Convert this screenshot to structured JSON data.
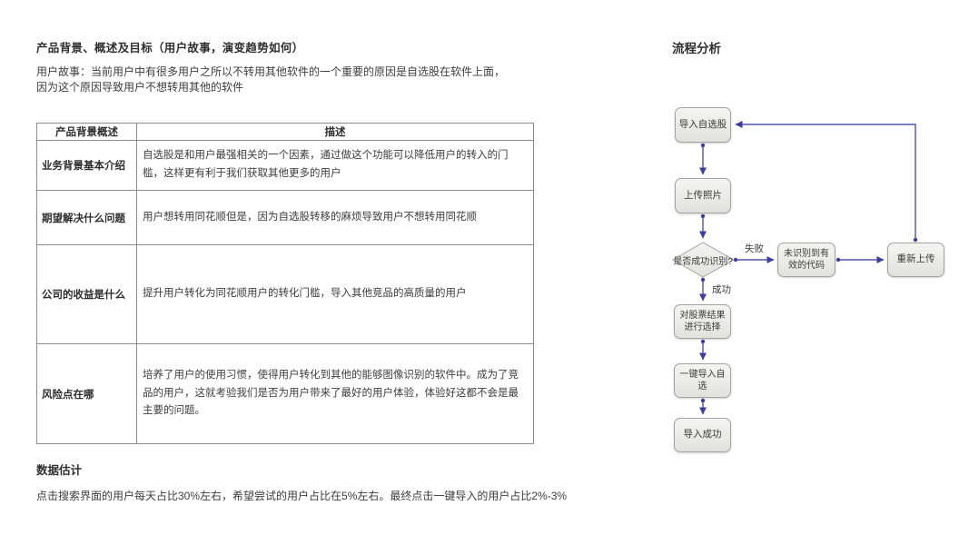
{
  "document": {
    "title": "产品背景、概述及目标（用户故事，演变趋势如何）",
    "user_story": {
      "line1": "用户故事：当前用户中有很多用户之所以不转用其他软件的一个重要的原因是自选股在软件上面，",
      "line2": "因为这个原因导致用户不想转用其他的软件"
    },
    "table": {
      "headers": [
        "产品背景概述",
        "描述"
      ],
      "rows": [
        {
          "label": "业务背景基本介绍",
          "description": "自选股是和用户最强相关的一个因素，通过做这个功能可以降低用户的转入的门槛，这样更有利于我们获取其他更多的用户"
        },
        {
          "label": "期望解决什么问题",
          "description": "用户想转用同花顺但是，因为自选股转移的麻烦导致用户不想转用同花顺"
        },
        {
          "label": "公司的收益是什么",
          "description": "提升用户转化为同花顺用户的转化门槛，导入其他竞品的高质量的用户"
        },
        {
          "label": "风险点在哪",
          "description": "培养了用户的使用习惯，使得用户转化到其他的能够图像识别的软件中。成为了竞品的用户，这就考验我们是否为用户带来了最好的用户体验，体验好这都不会是最主要的问题。"
        }
      ]
    },
    "data_estimate": {
      "heading": "数据估计",
      "text": "点击搜索界面的用户每天占比30%左右，希望尝试的用户占比在5%左右。最终点击一键导入的用户占比2%-3%"
    }
  },
  "flowchart": {
    "title": "流程分析",
    "nodes": [
      {
        "id": "import-watchlist",
        "label": "导入自选股",
        "type": "process"
      },
      {
        "id": "upload-photo",
        "label": "上传照片",
        "type": "process"
      },
      {
        "id": "recognize-check",
        "label": "是否成功识别?",
        "type": "decision"
      },
      {
        "id": "no-valid-code",
        "label": "未识别到有效的代码",
        "type": "process"
      },
      {
        "id": "reupload",
        "label": "重新上传",
        "type": "process"
      },
      {
        "id": "select-results",
        "label": "对股票结果进行选择",
        "type": "process"
      },
      {
        "id": "one-click-import",
        "label": "一键导入自选",
        "type": "process"
      },
      {
        "id": "import-success",
        "label": "导入成功",
        "type": "process"
      }
    ],
    "edge_labels": {
      "fail": "失败",
      "success": "成功"
    },
    "colors": {
      "line": "#5153b0",
      "arrow": "#3c3e9e",
      "node_fill": "#efefec",
      "node_border": "#a3a3a0"
    }
  }
}
